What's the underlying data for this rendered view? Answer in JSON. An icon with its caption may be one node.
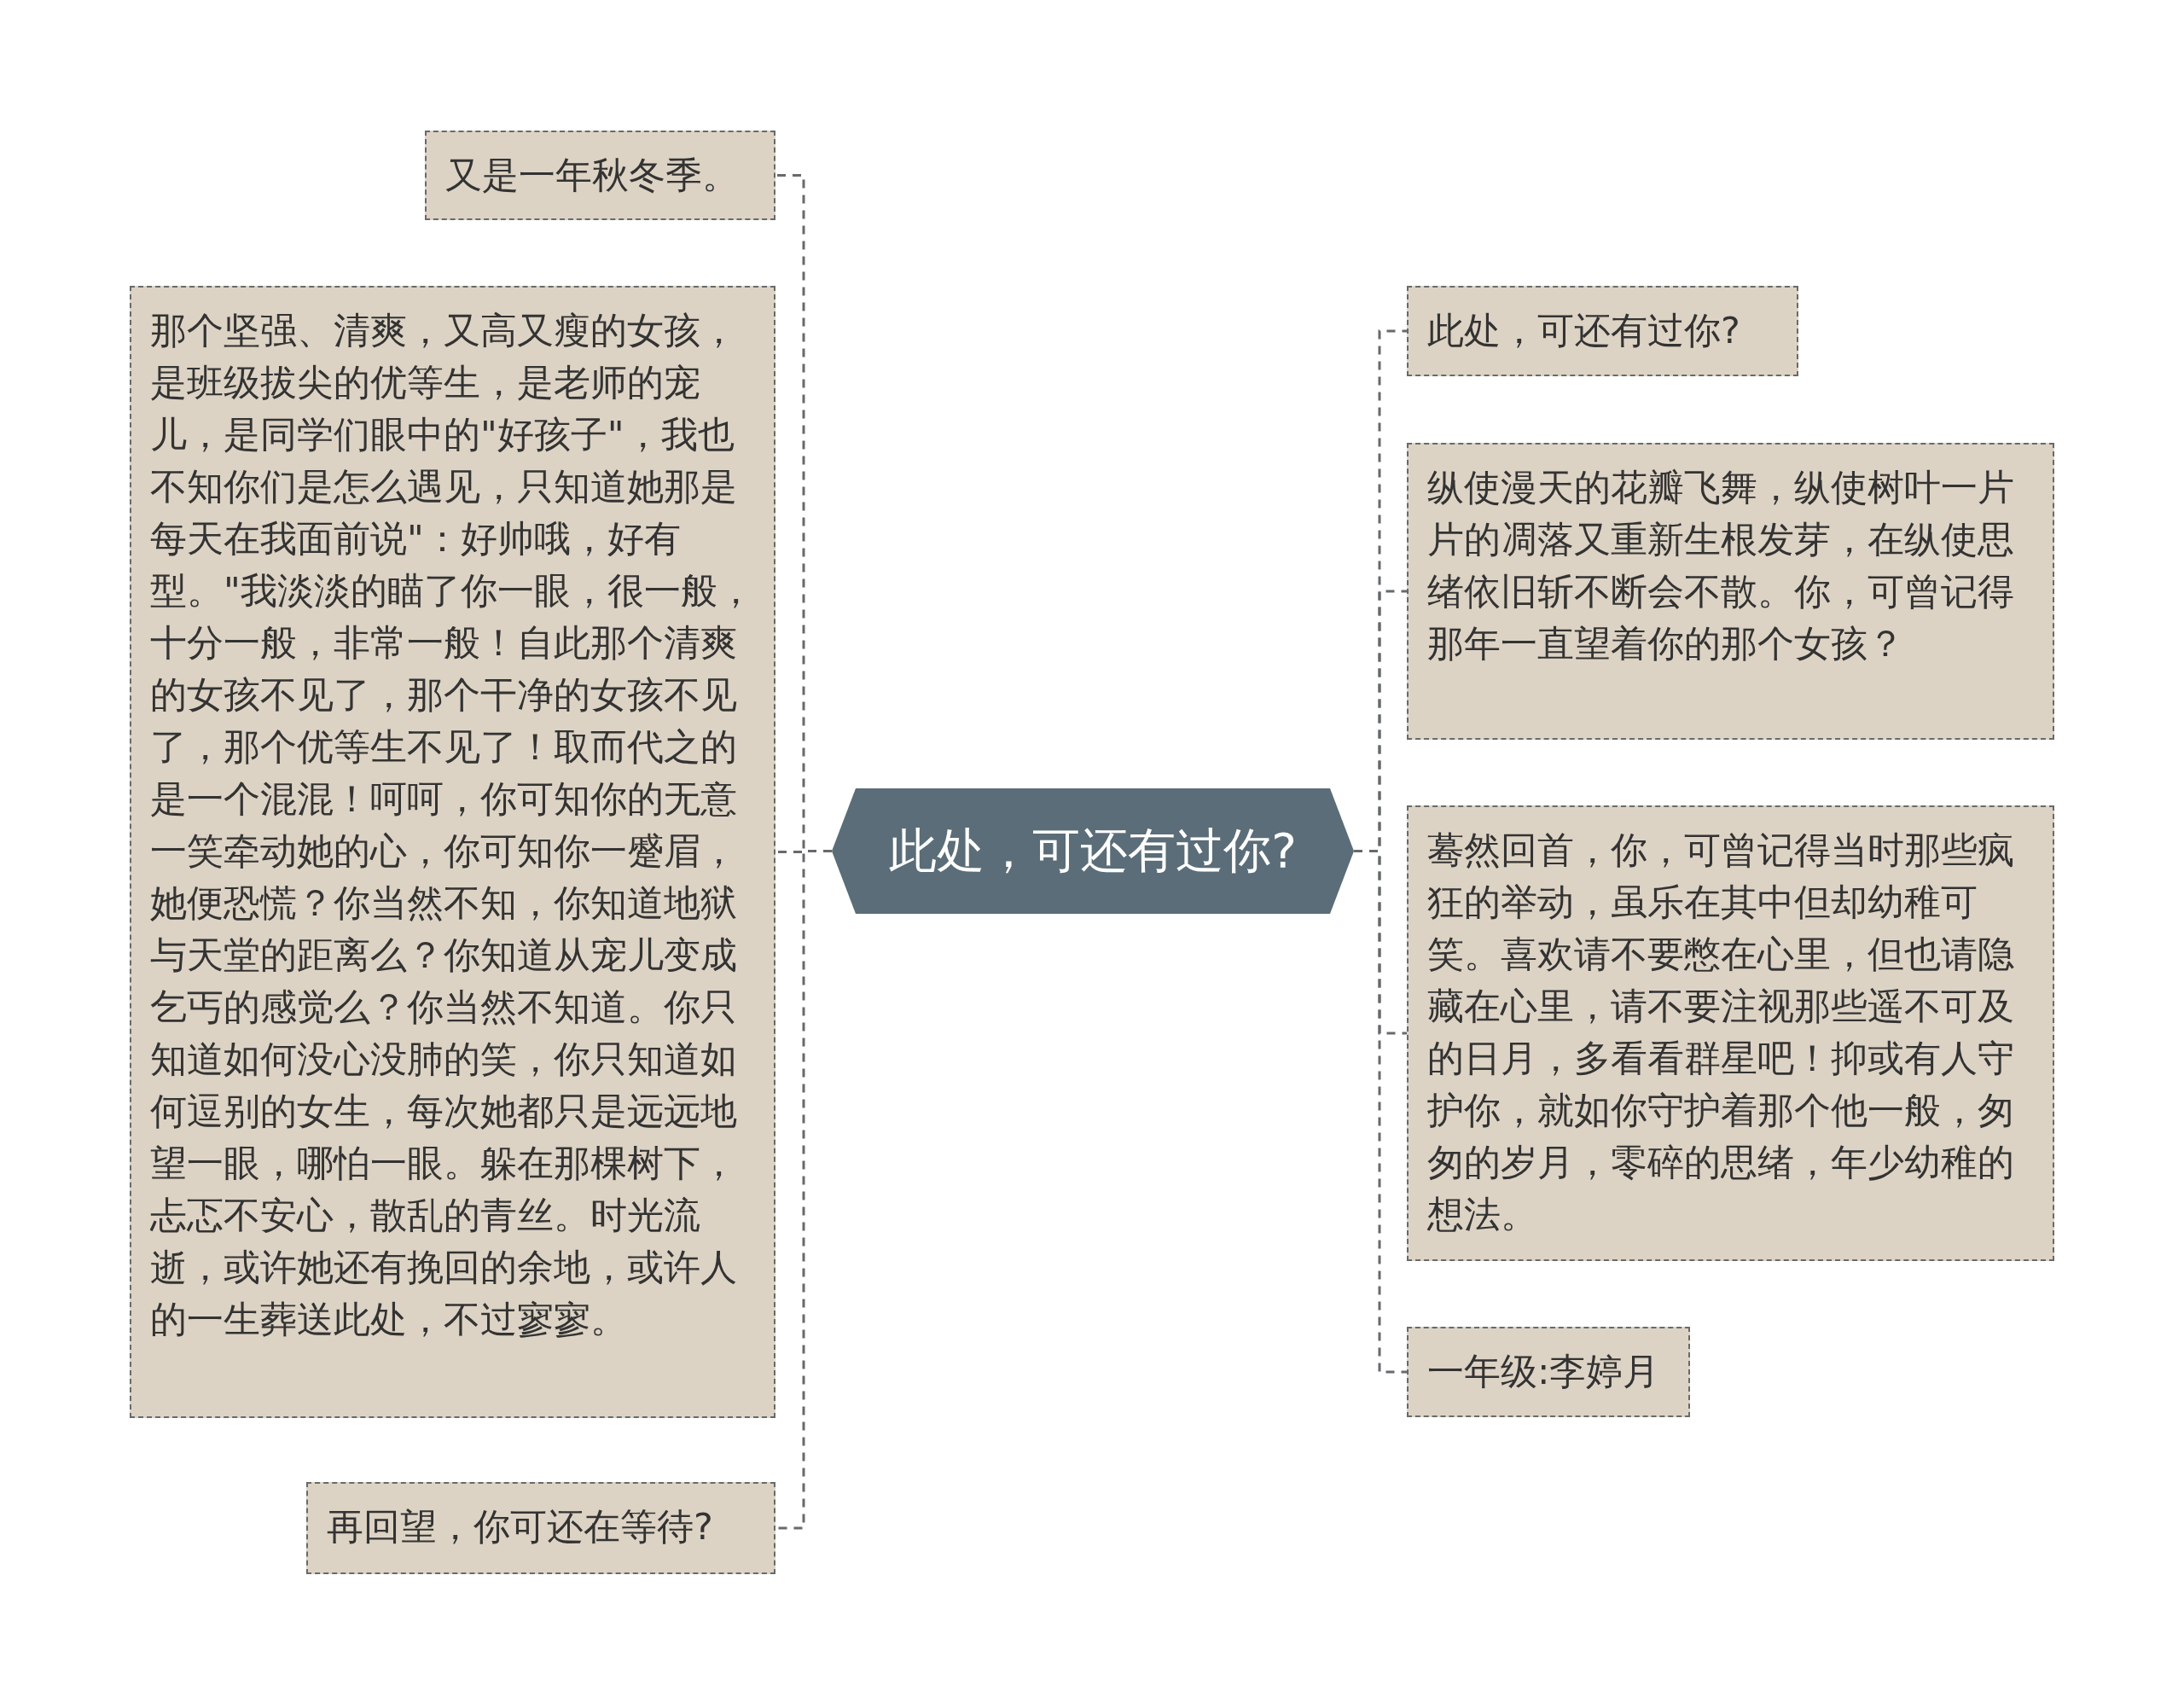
{
  "diagram": {
    "nodes": [
      {
        "text": [
          "此处，可还有过你?"
        ]
      },
      {
        "text": [
          "又是一年秋冬季。"
        ]
      },
      {
        "text": [
          "那个坚强、清爽，又高又瘦的女孩，是班级拔尖的优等生，是老师的宠儿，是同学们眼中的\"好孩子\"，我也不知你们是怎么遇见，只知道她那是每天在我面前说\"：好帅哦，好有型。\"我淡淡的瞄了你一眼，很一般，十分一般，非常一般！自此那个清爽的女孩不见了，那个干净的女孩不见了，那个优等生不见了！取而代之的是一个混混！呵呵，你可知你的无意一笑牵动她的心，你可知你一蹙眉，她便恐慌？你当然不知，你知道地狱与天堂的距离么？你知道从宠儿变成乞丐的感觉么？你当然不知道。你只知道如何没心没肺的笑，你只知道如何逗别的女生，每次她都只是远远地望一眼，哪怕一眼。躲在那棵树下，忐忑不安心，散乱的青丝。时光流逝，或许她还有挽回的余地，或许人的一生葬送此处，不过寥寥。"
        ]
      },
      {
        "text": [
          "再回望，你可还在等待?"
        ]
      },
      {
        "text": [
          "此处，可还有过你?"
        ]
      },
      {
        "text": [
          "纵使漫天的花瓣飞舞，纵使树叶一片片的凋落又重新生根发芽，在纵使思绪依旧斩不断会不散。你，可曾记得那年一直望着你的那个女孩？"
        ]
      },
      {
        "text": [
          "蓦然回首，你，可曾记得当时那些疯狂的举动，虽乐在其中但却幼稚可笑。喜欢请不要憋在心里，但也请隐藏在心里，请不要注视那些遥不可及的日月，多看看群星吧！抑或有人守护你，就如你守护着那个他一般，匆匆的岁月，零碎的思绪，年少幼稚的想法。"
        ]
      },
      {
        "text": [
          "一年级:李婷月"
        ]
      }
    ],
    "edges": [
      {
        "from": 0,
        "to": 1,
        "arrow": "none"
      },
      {
        "from": 0,
        "to": 2,
        "arrow": "none"
      },
      {
        "from": 0,
        "to": 3,
        "arrow": "none"
      },
      {
        "from": 0,
        "to": 4,
        "arrow": "none"
      },
      {
        "from": 0,
        "to": 5,
        "arrow": "none"
      },
      {
        "from": 0,
        "to": 6,
        "arrow": "none"
      },
      {
        "from": 0,
        "to": 7,
        "arrow": "none"
      }
    ]
  }
}
